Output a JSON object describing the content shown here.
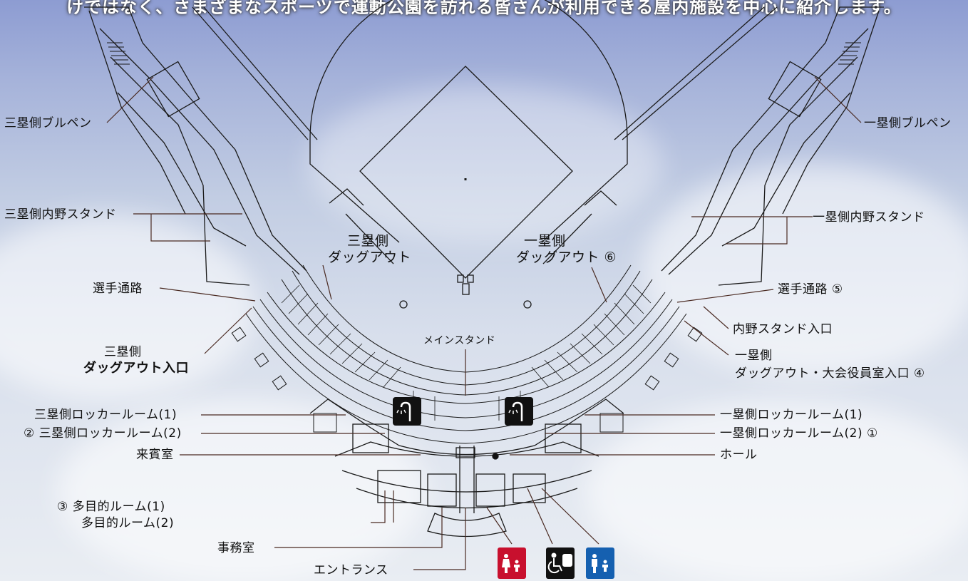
{
  "banner": "けではなく、さまざまなスポーツで運動公園を訪れる皆さんが利用できる屋内施設を中心に紹介します。",
  "labels": {
    "third_bullpen": "三塁側ブルペン",
    "first_bullpen": "一塁側ブルペン",
    "third_infield_stand": "三塁側内野スタンド",
    "first_infield_stand": "一塁側内野スタンド",
    "third_dugout_l1": "三塁側",
    "third_dugout_l2": "ダッグアウト",
    "first_dugout_l1": "一塁側",
    "first_dugout_l2": "ダッグアウト ⑥",
    "player_passage_left": "選手通路",
    "player_passage_right": "選手通路 ⑤",
    "infield_stand_entrance": "内野スタンド入口",
    "third_dugout_entrance_l1": "三塁側",
    "third_dugout_entrance_l2": "ダッグアウト入口",
    "first_dugout_officials_l1": "一塁側",
    "first_dugout_officials_l2": "ダッグアウト・大会役員室入口 ④",
    "main_stand": "メインスタンド",
    "third_locker_1": "三塁側ロッカールーム(1)",
    "third_locker_2": "② 三塁側ロッカールーム(2)",
    "first_locker_1": "一塁側ロッカールーム(1)",
    "first_locker_2": "一塁側ロッカールーム(2) ①",
    "guest_room": "来賓室",
    "hall": "ホール",
    "multi_room_1": "③ 多目的ルーム(1)",
    "multi_room_2": "多目的ルーム(2)",
    "office": "事務室",
    "entrance": "エントランス"
  },
  "icons": {
    "shower_left": "shower-icon",
    "shower_right": "shower-icon",
    "restroom_female": "female-restroom-icon",
    "restroom_accessible": "accessible-restroom-icon",
    "restroom_male": "male-restroom-icon"
  },
  "colors": {
    "sky_top": "#8d9cd2",
    "line": "#1a1a1a",
    "leader": "#4a2a22",
    "female_restroom": "#c8102e",
    "accessible_restroom": "#111111",
    "male_restroom": "#1560b0",
    "banner_text": "#ffffff"
  }
}
